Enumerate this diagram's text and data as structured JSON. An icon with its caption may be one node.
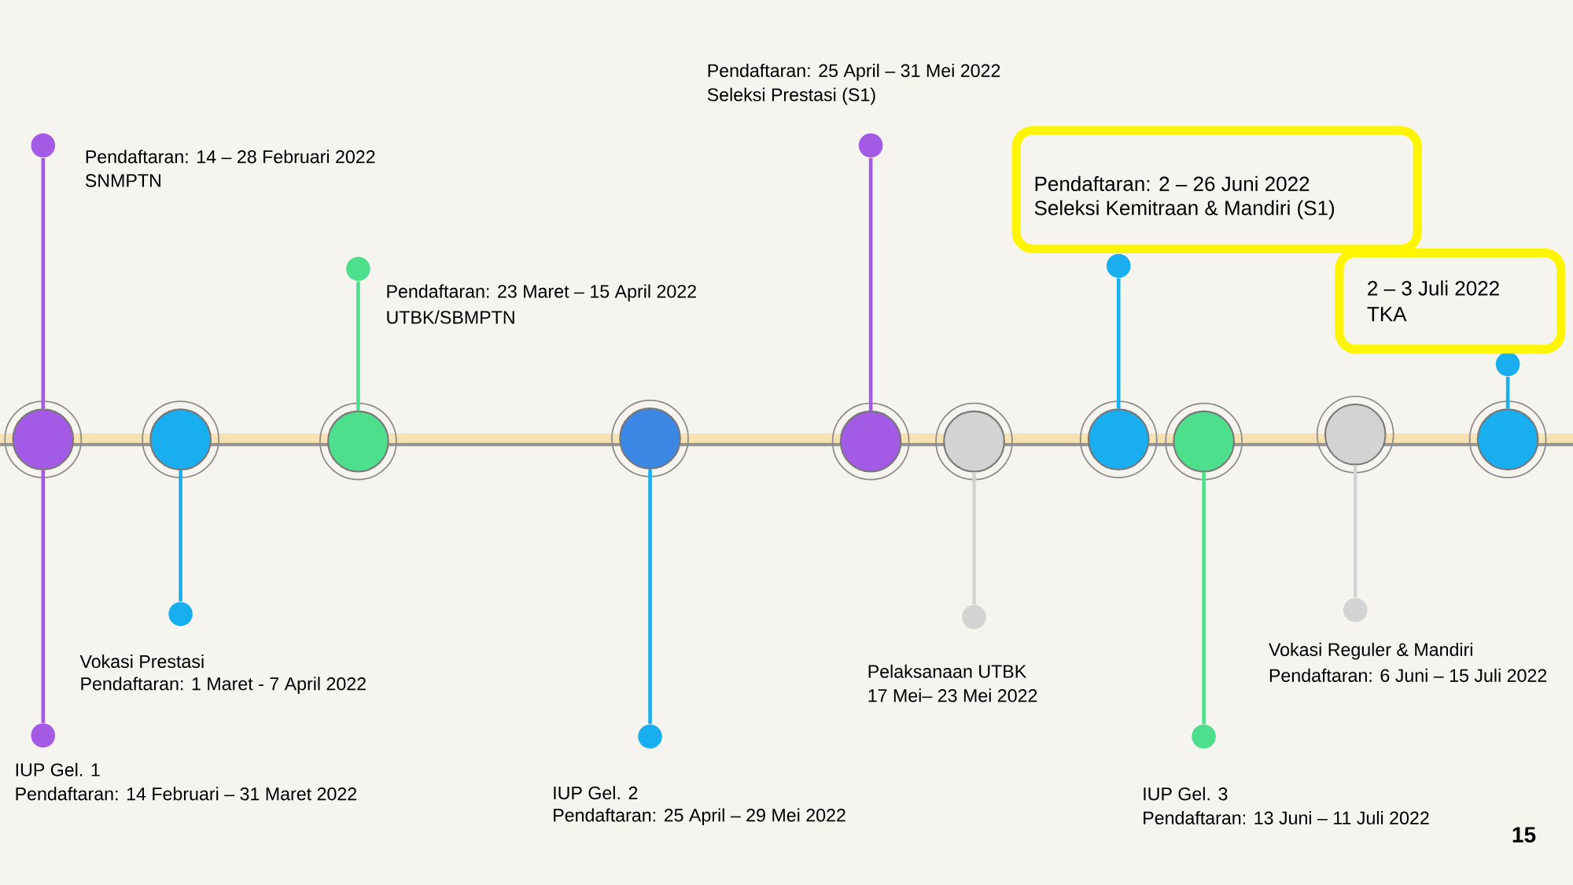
{
  "diagram": {
    "nodes": [
      {
        "text": [],
        "shape": "circle"
      },
      {
        "text": [],
        "shape": "circle",
        "beside": [
          "Pendaftaran: 14 – 28 Februari 2022",
          "SNMPTN"
        ]
      },
      {
        "text": [],
        "shape": "circle",
        "beside": [
          "IUP Gel. 1",
          "Pendaftaran: 14 Februari – 31 Maret 2022"
        ]
      },
      {
        "text": [],
        "shape": "circle"
      },
      {
        "text": [],
        "shape": "circle",
        "beside": [
          "Vokasi Prestasi",
          "Pendaftaran: 1 Maret - 7 April 2022"
        ]
      },
      {
        "text": [],
        "shape": "circle"
      },
      {
        "text": [],
        "shape": "circle",
        "beside": [
          "Pendaftaran: 23 Maret – 15 April 2022",
          "UTBK/SBMPTN"
        ]
      },
      {
        "text": [],
        "shape": "circle"
      },
      {
        "text": [],
        "shape": "circle",
        "beside": [
          "IUP Gel. 2",
          "Pendaftaran: 25 April – 29 Mei 2022"
        ]
      },
      {
        "text": [],
        "shape": "circle"
      },
      {
        "text": [],
        "shape": "circle",
        "beside": [
          "Pendaftaran: 25 April – 31 Mei 2022",
          "Seleksi Prestasi (S1)"
        ]
      },
      {
        "text": [],
        "shape": "circle"
      },
      {
        "text": [],
        "shape": "circle",
        "beside": [
          "Pelaksanaan UTBK",
          "17 Mei– 23 Mei 2022"
        ]
      },
      {
        "text": [],
        "shape": "circle"
      },
      {
        "text": [],
        "shape": "circle"
      },
      {
        "text": [
          "Pendaftaran: 2 – 26 Juni 2022",
          "Seleksi Kemitraan & Mandiri (S1)"
        ]
      },
      {
        "text": [],
        "shape": "circle"
      },
      {
        "text": [],
        "shape": "circle",
        "beside": [
          "IUP Gel. 3",
          "Pendaftaran: 13 Juni – 11 Juli 2022"
        ]
      },
      {
        "text": [],
        "shape": "circle"
      },
      {
        "text": [],
        "shape": "circle",
        "beside": [
          "Vokasi Reguler & Mandiri",
          "Pendaftaran: 6 Juni – 15 Juli 2022"
        ]
      },
      {
        "text": [],
        "shape": "circle"
      },
      {
        "text": [],
        "shape": "circle"
      },
      {
        "text": [
          "2 – 3 Juli 2022",
          "TKA"
        ]
      }
    ],
    "edges": [
      {
        "from": 0,
        "to": 1,
        "arrow": "none",
        "color": "#a35be6"
      },
      {
        "from": 0,
        "to": 2,
        "arrow": "none",
        "color": "#a35be6"
      },
      {
        "from": 3,
        "to": 4,
        "arrow": "none",
        "color": "#18aef0"
      },
      {
        "from": 5,
        "to": 6,
        "arrow": "none",
        "color": "#4ddf8c"
      },
      {
        "from": 7,
        "to": 8,
        "arrow": "none",
        "color": "#18aef0"
      },
      {
        "from": 9,
        "to": 10,
        "arrow": "none",
        "color": "#a35be6"
      },
      {
        "from": 11,
        "to": 12,
        "arrow": "none",
        "color": "#d3d3d3"
      },
      {
        "from": 13,
        "to": 14,
        "arrow": "none",
        "color": "#18aef0"
      },
      {
        "from": 16,
        "to": 17,
        "arrow": "none",
        "color": "#4ddf8c"
      },
      {
        "from": 18,
        "to": 19,
        "arrow": "none",
        "color": "#d3d3d3"
      },
      {
        "from": 20,
        "to": 21,
        "arrow": "none",
        "color": "#18aef0"
      }
    ],
    "labels": [
      "15"
    ]
  }
}
